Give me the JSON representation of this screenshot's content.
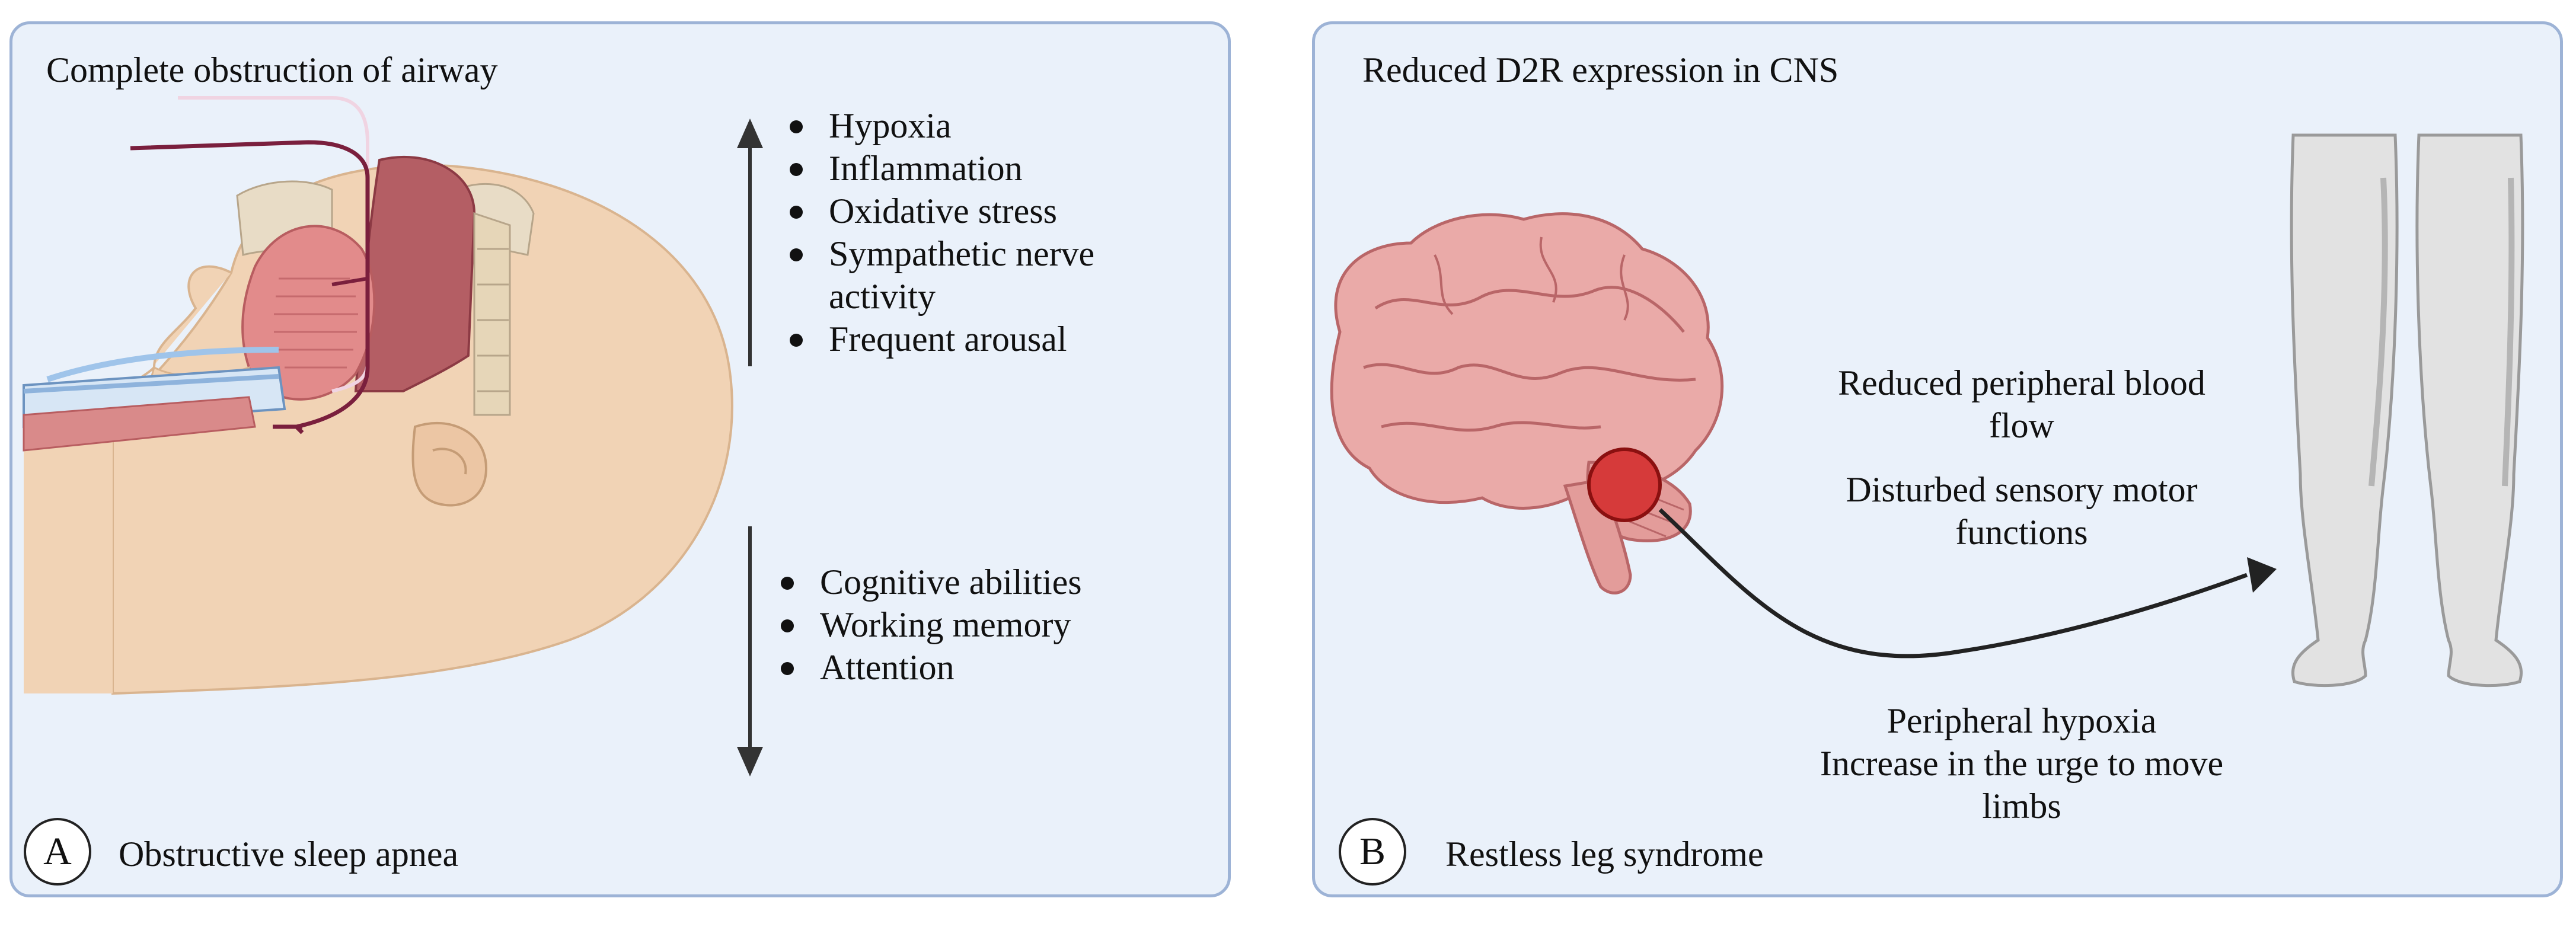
{
  "panel_a": {
    "title": "Complete obstruction of airway",
    "increased_effects": [
      "Hypoxia",
      "Inflammation",
      "Oxidative stress",
      "Sympathetic nerve activity",
      "Frequent arousal"
    ],
    "decreased_effects": [
      "Cognitive abilities",
      "Working memory",
      "Attention"
    ],
    "badge": "A",
    "label": "Obstructive sleep apnea"
  },
  "panel_b": {
    "title": "Reduced D2R expression in CNS",
    "effects_upper": [
      "Reduced  peripheral blood flow",
      "Disturbed sensory motor functions"
    ],
    "effects_lower": [
      "Peripheral hypoxia",
      "Increase in the urge to move limbs"
    ],
    "badge": "B",
    "label": "Restless leg syndrome"
  },
  "colors": {
    "panel_fill": "#eaf1fa",
    "panel_border": "#9db3d6",
    "skin": "#f1d3b5",
    "airway": "#b45e64",
    "brain": "#eaaaa8",
    "lesion": "#d63a3a",
    "leg": "#e2e2e2"
  },
  "icons": [
    "head-sagittal-illustration",
    "up-arrow-icon",
    "down-arrow-icon",
    "brain-illustration",
    "curved-arrow-icon",
    "legs-illustration"
  ]
}
